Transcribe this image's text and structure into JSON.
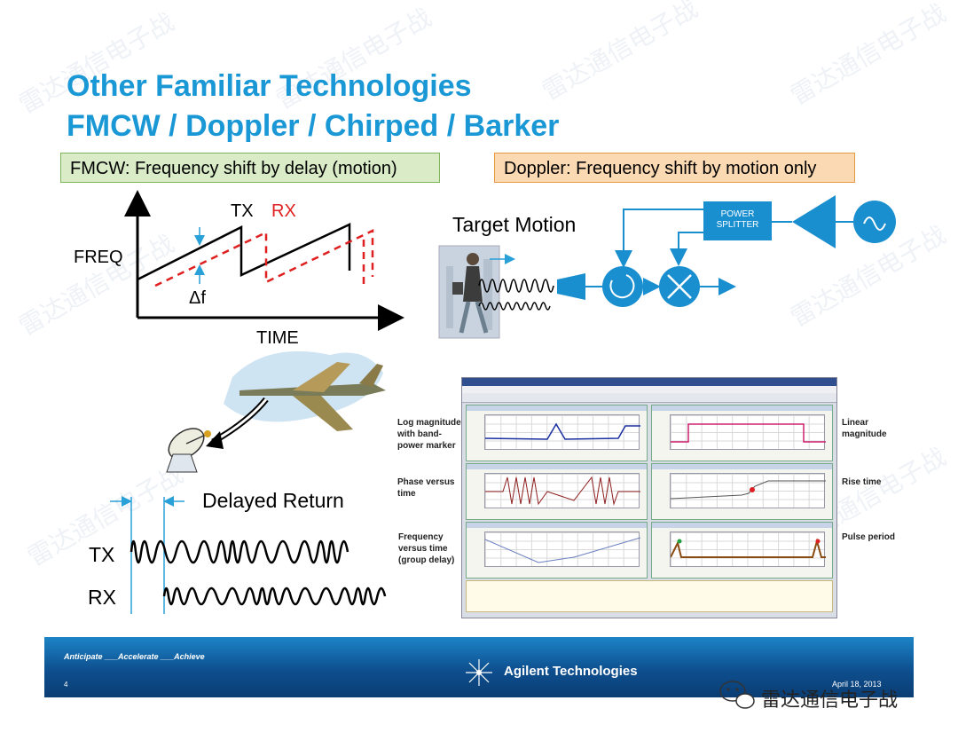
{
  "slide": {
    "title_line1": "Other Familiar Technologies",
    "title_line2": "FMCW  / Doppler / Chirped  / Barker"
  },
  "fmcw": {
    "caption": "FMCW: Frequency shift by delay (motion)",
    "axis_y": "FREQ",
    "axis_x": "TIME",
    "tx_label": "TX",
    "rx_label": "RX",
    "delta_label": "Δf",
    "tx_color": "#000000",
    "rx_color": "#e02020"
  },
  "doppler": {
    "caption": "Doppler: Frequency shift by motion only",
    "target_label": "Target Motion",
    "splitter_label_1": "POWER",
    "splitter_label_2": "SPLITTER",
    "accent": "#1a8fd0"
  },
  "barker": {
    "delayed_label": "Delayed Return",
    "tx_label": "TX",
    "rx_label": "RX"
  },
  "analyzer": {
    "annotations": {
      "log_mag_1": "Log magnitude",
      "log_mag_2": "with band-",
      "log_mag_3": "power marker",
      "linear_1": "Linear",
      "linear_2": "magnitude",
      "phase_1": "Phase versus",
      "phase_2": "time",
      "rise": "Rise time",
      "freq_1": "Frequency",
      "freq_2": "versus time",
      "freq_3": "(group delay)",
      "pulse": "Pulse period"
    }
  },
  "footer": {
    "tagline": "Anticipate ___Accelerate ___Achieve",
    "page_number": "4",
    "company": "Agilent Technologies",
    "date": "April 18, 2013",
    "wechat": "雷达通信电子战"
  }
}
